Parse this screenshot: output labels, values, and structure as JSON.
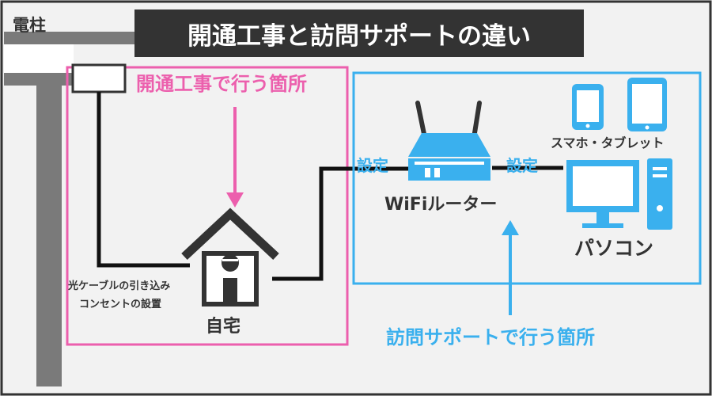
{
  "title": "開通工事と訪問サポートの違い",
  "pole_label": "電柱",
  "construction_area_label": "開通工事で行う箇所",
  "fiber_label": "光ケーブルの引き込み",
  "outlet_label": "コンセントの設置",
  "home_label": "自宅",
  "settings_label_left": "設定",
  "settings_label_right": "設定",
  "router_label": "WiFiルーター",
  "devices_label": "スマホ・タブレット",
  "pc_label": "パソコン",
  "support_area_label": "訪問サポートで行う箇所",
  "colors": {
    "construction_accent": "#ec5fad",
    "support_accent": "#3ab0ee",
    "pole": "#7a7a7a",
    "title_background": "#333333"
  }
}
